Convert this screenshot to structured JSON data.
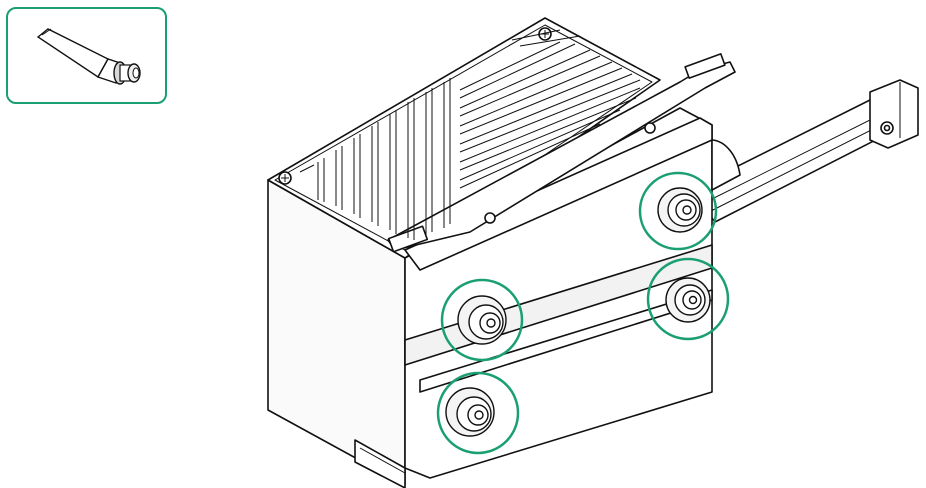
{
  "figure": {
    "description_free": true,
    "colors": {
      "outline": "#111111",
      "highlight": "#1aa070",
      "fill": "#ffffff",
      "shade": "#e6e6e6"
    },
    "legend": {
      "icon": "grease-tube-icon"
    },
    "callouts": [
      {
        "name": "roller-top-right"
      },
      {
        "name": "roller-middle-right"
      },
      {
        "name": "roller-middle-left"
      },
      {
        "name": "roller-bottom-left"
      }
    ]
  }
}
